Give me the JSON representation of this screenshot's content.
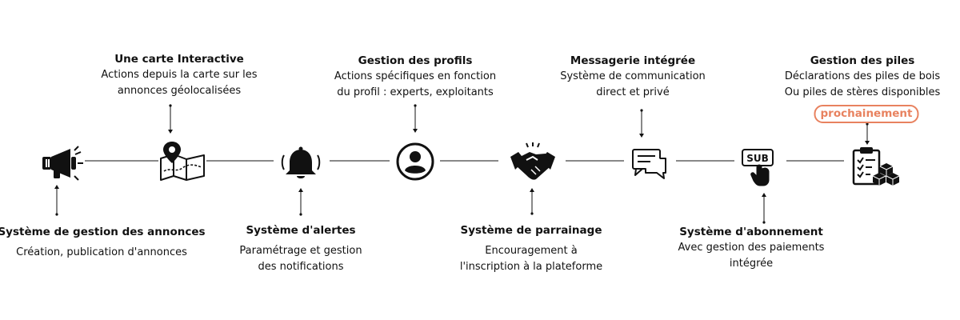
{
  "features": [
    {
      "title": "Système de gestion des annonces",
      "description": [
        "Création, publication d'annonces"
      ],
      "icon": "megaphone-icon"
    },
    {
      "title": "Une carte Interactive",
      "description": [
        "Actions depuis la carte sur les",
        "annonces géolocalisées"
      ],
      "icon": "map-pin-icon"
    },
    {
      "title": "Système d'alertes",
      "description": [
        "Paramétrage et gestion",
        "des notifications"
      ],
      "icon": "bell-icon"
    },
    {
      "title": "Gestion des profils",
      "description": [
        "Actions spécifiques en fonction",
        "du profil : experts, exploitants"
      ],
      "icon": "user-profile-icon"
    },
    {
      "title": "Système de parrainage",
      "description": [
        "Encouragement à",
        "l'inscription à la plateforme"
      ],
      "icon": "handshake-icon"
    },
    {
      "title": "Messagerie intégrée",
      "description": [
        "Système de communication",
        "direct et privé"
      ],
      "icon": "chat-bubbles-icon"
    },
    {
      "title": "Système d'abonnement",
      "description": [
        "Avec gestion des paiements",
        "intégrée"
      ],
      "icon": "subscribe-button-icon",
      "icon_label": "SUB"
    },
    {
      "title": "Gestion des piles",
      "description": [
        "Déclarations des piles de bois",
        "Ou piles de stères disponibles"
      ],
      "badge": "prochainement",
      "icon": "clipboard-wood-stack-icon"
    }
  ],
  "colors": {
    "text": "#111111",
    "line": "#111111",
    "badge": "#e8825f"
  }
}
